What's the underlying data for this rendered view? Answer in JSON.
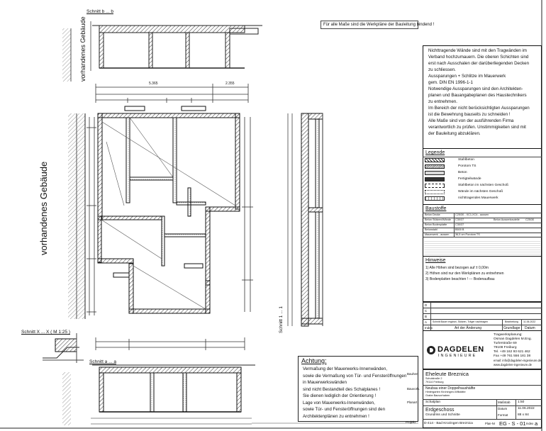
{
  "top_notice": "Für alle Maße sind die Werkpläne der Bauleitung bindend !",
  "section_labels": {
    "schnitt_bb": "Schnitt b ... b",
    "schnitt_aa": "Schnitt a ... a",
    "schnitt_11": "Schnitt 1 ... 1",
    "schnitt_xx": "Schnitt X ... X ( M 1:25 )",
    "existing_building": "vorhandenes Gebäude"
  },
  "plan_dims": {
    "top_a": "5.365",
    "top_b": "2.355"
  },
  "notes_box": {
    "lines": [
      "Nichttragende Wände sind mit den Tragwänden im",
      "Verband hochzumauern. Die oberen Schichten sind",
      "erst nach Ausschalen der darüberliegenden Decken",
      "zu schliessen.",
      "Aussparungen + Schlitze im Mauerwerk",
      "gem. DIN EN 1996-1-1",
      "Notwendige Aussparungen sind den Architekten-",
      "planen und Bauangabeplanen des Haustechnikers",
      "zu entnehmen.",
      "Im Bereich der nicht berücksichtigten Aussparungen",
      "ist die Bewehrung bauseits zu schneiden !",
      "Alle Maße sind von der ausführenden Firma",
      "verantwortlich zu prüfen. Unstimmigkeiten sind mit",
      "der Bauleitung abzuklären."
    ]
  },
  "legend": {
    "title": "Legende",
    "items": [
      "Stahlbeton",
      "Porotom TS",
      "Beton",
      "Fertigteilwände",
      "Stahlbeton im nächsten Geschoß",
      "Wände im nächsten Geschoß",
      "nichttragendes Mauerwerk"
    ]
  },
  "baustoffe": {
    "title": "Baustoffe",
    "rows": [
      [
        "Beton Decke",
        "C25/30 - XC1,XC4 - aussen",
        "",
        ""
      ],
      [
        "Beton Stützen/Wände",
        "C30/37",
        "Beton Aussenbauteile",
        "C25/30"
      ],
      [
        "Beton Bodenplatte",
        "C30/37",
        "",
        ""
      ],
      [
        "Betonstahl",
        "B500 B",
        "",
        ""
      ],
      [
        "Mauerwerk - aussen",
        "36,5 cm Porotom TS",
        "",
        ""
      ]
    ]
  },
  "hinweise": {
    "title": "Hinweise",
    "items": [
      "1) Alle Höhen sind bezogen auf ± 0,00m",
      "2) Höhen sind nur den Werkplänen zu entnehmen",
      "3) Bodenplatten beachten ! --- Bodenaufbau"
    ]
  },
  "revisions": {
    "letters": [
      "D",
      "C",
      "B",
      "A"
    ],
    "a_text": "Schnitt Bauer ergänzt, Stützen, Träger nachtragen",
    "a_by": "Bearbeitung",
    "a_date": "11.06.2022",
    "headers": [
      "Index",
      "Art der Änderung",
      "Grundlage",
      "Datum"
    ]
  },
  "company": {
    "logo_text": "DAGDELEN",
    "logo_sub": "INGENIEURE",
    "lines": [
      "Tragwerksplanung:",
      "Osman Dagdelen M.Eng.",
      "Turlerstraße 69",
      "79108 Freiburg",
      "Tel.  +49 162 93 621 462",
      "Fax  +49 761 556 181 38",
      "email: info@dagdelen-ingenieure.de",
      "www.dagdelen-ingenieure.de"
    ]
  },
  "achtung": {
    "title": "Achtung:",
    "lines": [
      "Vermaßung der Mauerwerks-Innenwänden,",
      "sowie die Vermaßung von Tür- und Fensteröffnungen",
      "in Mauerwerkswänden",
      "sind nicht Bestandteil des Schalplanes !",
      "Sie dienen lediglich der Orientierung !",
      "Lage von Mauerwerks-Innenwänden,",
      "sowie Tür- und Fensteröffnungen sind den",
      "Architektenplänen zu entnehmen !"
    ]
  },
  "title_block": {
    "bauherr_label": "Bauherr",
    "bauherr": "Eheleute Breznica",
    "bauherr_addr1": "Schulstraße 2",
    "bauherr_addr2": "79114 Freiburg",
    "bauvorhaben_label": "Bauvorh.",
    "bauvorhaben1": "Neubau einer Doppelhaushälfte",
    "bauvorhaben2": "Hintergarten Kirchingen-Willstätte",
    "bauvorhaben3": "Grabe Bauvorhaben",
    "planart_label": "Planart",
    "planart": "Schalplan",
    "massstab_label": "Maßstab",
    "massstab": "1:50",
    "datum_label": "Datum",
    "datum": "11.06.2022",
    "format_label": "Format",
    "format": "88 x 84",
    "geschoss": "Erdgeschoss",
    "inhalt": "Grundriss und Schnitte",
    "projekt_label": "Projekt",
    "projekt": "D-414 - Bad Krozingen Breznica",
    "plan_nr_label": "Plan-Nr",
    "plan_nr": "EG - S - 01",
    "index_label": "Index",
    "index": "a"
  }
}
